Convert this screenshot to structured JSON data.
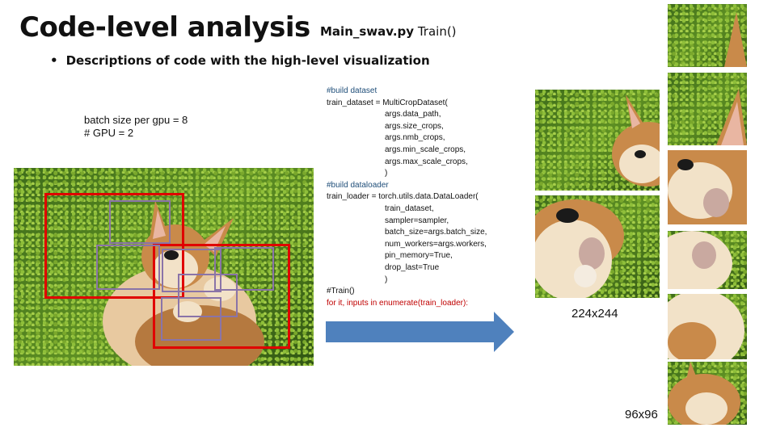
{
  "slide": {
    "title": "Code-level analysis",
    "subtitle_file": "Main_swav.py",
    "subtitle_func": "Train()",
    "bullet": "Descriptions of code with the high-level visualization"
  },
  "batch_info": {
    "line1": "batch size per gpu = 8",
    "line2": "# GPU = 2"
  },
  "code": {
    "lines": [
      {
        "text": "#build dataset",
        "style": "cmt",
        "indent": false
      },
      {
        "text": "train_dataset = MultiCropDataset(",
        "style": "",
        "indent": false
      },
      {
        "text": "args.data_path,",
        "style": "",
        "indent": true
      },
      {
        "text": "args.size_crops,",
        "style": "",
        "indent": true
      },
      {
        "text": "args.nmb_crops,",
        "style": "",
        "indent": true
      },
      {
        "text": "args.min_scale_crops,",
        "style": "",
        "indent": true
      },
      {
        "text": "args.max_scale_crops,",
        "style": "",
        "indent": true
      },
      {
        "text": ")",
        "style": "",
        "indent": true
      },
      {
        "text": "#build dataloader",
        "style": "cmt",
        "indent": false
      },
      {
        "text": "train_loader = torch.utils.data.DataLoader(",
        "style": "",
        "indent": false
      },
      {
        "text": "train_dataset,",
        "style": "",
        "indent": true
      },
      {
        "text": "sampler=sampler,",
        "style": "",
        "indent": true
      },
      {
        "text": "batch_size=args.batch_size,",
        "style": "",
        "indent": true
      },
      {
        "text": "num_workers=args.workers,",
        "style": "",
        "indent": true
      },
      {
        "text": "pin_memory=True,",
        "style": "",
        "indent": true
      },
      {
        "text": "drop_last=True",
        "style": "",
        "indent": true
      },
      {
        "text": ")",
        "style": "",
        "indent": true
      },
      {
        "text": "#Train()",
        "style": "",
        "indent": false
      },
      {
        "text": "for it, inputs in enumerate(train_loader):",
        "style": "red",
        "indent": false
      }
    ]
  },
  "labels": {
    "large_crop_size": "224x244",
    "small_crop_size": "96x96"
  },
  "colors": {
    "large_crop_box": "#e00000",
    "small_crop_box": "#8a74a8",
    "arrow": "#4f81bd",
    "comment": "#1f4e79",
    "highlight": "#c00000"
  }
}
